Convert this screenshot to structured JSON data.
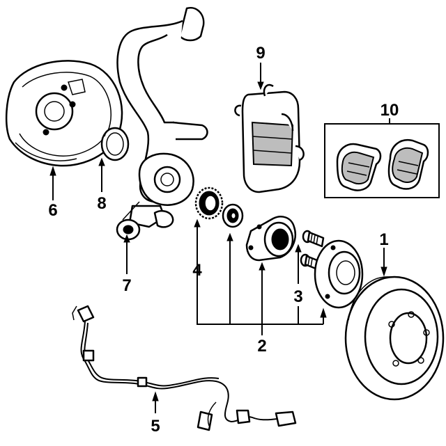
{
  "diagram": {
    "callouts": [
      {
        "id": "1",
        "label": "1"
      },
      {
        "id": "2",
        "label": "2"
      },
      {
        "id": "3",
        "label": "3"
      },
      {
        "id": "4",
        "label": "4"
      },
      {
        "id": "5",
        "label": "5"
      },
      {
        "id": "6",
        "label": "6"
      },
      {
        "id": "7",
        "label": "7"
      },
      {
        "id": "8",
        "label": "8"
      },
      {
        "id": "9",
        "label": "9"
      },
      {
        "id": "10",
        "label": "10"
      }
    ],
    "parts": [
      {
        "name": "brake-rotor",
        "callout": "1"
      },
      {
        "name": "hub-assembly",
        "callout": "2"
      },
      {
        "name": "wheel-stud",
        "callout": "3"
      },
      {
        "name": "wheel-bearing",
        "callout": "4"
      },
      {
        "name": "abs-sensor-harness",
        "callout": "5"
      },
      {
        "name": "splash-shield",
        "callout": "6"
      },
      {
        "name": "steering-knuckle",
        "callout": "7"
      },
      {
        "name": "seal",
        "callout": "8"
      },
      {
        "name": "brake-caliper",
        "callout": "9"
      },
      {
        "name": "brake-pads",
        "callout": "10"
      }
    ]
  }
}
